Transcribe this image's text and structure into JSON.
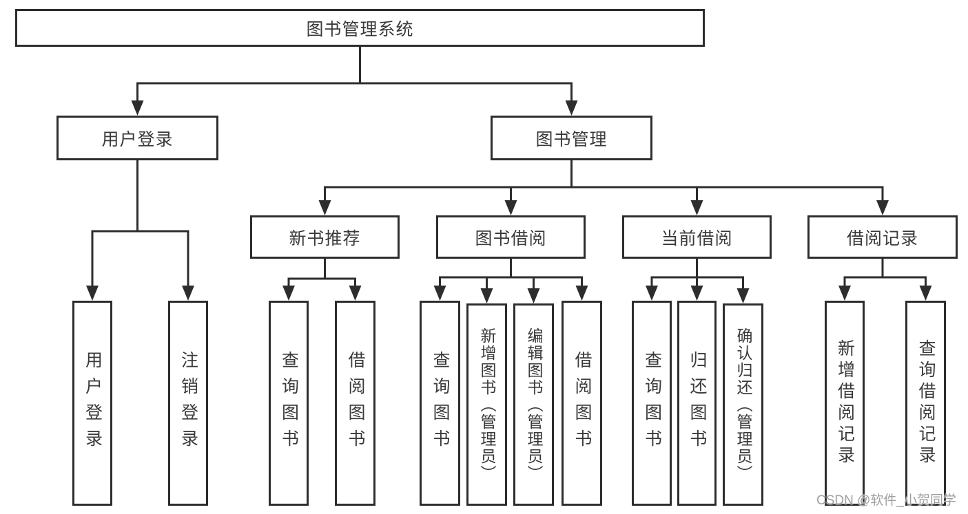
{
  "colors": {
    "line": "#2d2d2d",
    "text": "#3a3a3a",
    "watermark_text": "#9f9f9f",
    "background": "#ffffff"
  },
  "watermark": "CSDN @软件_小贺同学",
  "tree": {
    "root": "图书管理系统",
    "branches": [
      {
        "label": "用户登录",
        "children": [
          "用户登录",
          "注销登录"
        ]
      },
      {
        "label": "图书管理",
        "sections": [
          {
            "label": "新书推荐",
            "children": [
              "查询图书",
              "借阅图书"
            ]
          },
          {
            "label": "图书借阅",
            "children": [
              "查询图书",
              "新增图书（管理员）",
              "编辑图书（管理员）",
              "借阅图书"
            ]
          },
          {
            "label": "当前借阅",
            "children": [
              "查询图书",
              "归还图书",
              "确认归还（管理员）"
            ]
          },
          {
            "label": "借阅记录",
            "children": [
              "新增借阅记录",
              "查询借阅记录"
            ]
          }
        ]
      }
    ]
  }
}
